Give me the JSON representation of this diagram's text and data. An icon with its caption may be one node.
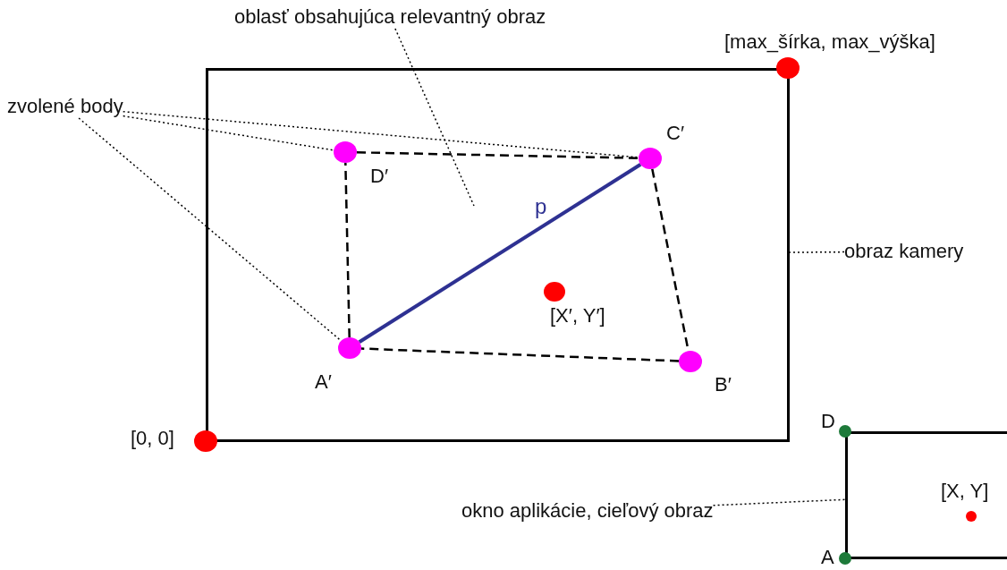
{
  "diagram": {
    "nodes": [
      {
        "text": [],
        "shape": "box"
      },
      {
        "text": [
          "oblasť obsahujúca relevantný obraz"
        ]
      },
      {
        "text": [
          "zvolené body"
        ]
      },
      {
        "text": [
          "obraz kamery"
        ]
      },
      {
        "text": [],
        "shape": "circle",
        "in": 0,
        "beside": [
          "D′"
        ]
      },
      {
        "text": [],
        "shape": "circle",
        "in": 0,
        "beside": [
          "C′"
        ]
      },
      {
        "text": [],
        "shape": "circle",
        "in": 0,
        "beside": [
          "A′"
        ]
      },
      {
        "text": [],
        "shape": "circle",
        "in": 0,
        "beside": [
          "B′"
        ]
      },
      {
        "text": [],
        "shape": "circle",
        "in": 0,
        "beside": [
          "[X′, Y′]"
        ]
      },
      {
        "text": [],
        "shape": "circle",
        "beside": [
          "[max_šírka, max_výška]"
        ]
      },
      {
        "text": [],
        "shape": "circle",
        "beside": [
          "[0, 0]"
        ]
      },
      {
        "text": [],
        "shape": "box"
      },
      {
        "text": [],
        "shape": "circle",
        "beside": [
          "D"
        ]
      },
      {
        "text": [],
        "shape": "circle",
        "beside": [
          "A"
        ]
      },
      {
        "text": [],
        "shape": "circle",
        "in": 11,
        "beside": [
          "[X, Y]"
        ]
      },
      {
        "text": [
          "okno aplikácie, cieľový obraz"
        ]
      }
    ],
    "edges": [
      {
        "from": 4,
        "to": 5,
        "arrow": "none",
        "style": "dashed"
      },
      {
        "from": 5,
        "to": 7,
        "arrow": "none",
        "style": "dashed"
      },
      {
        "from": 7,
        "to": 6,
        "arrow": "none",
        "style": "dashed"
      },
      {
        "from": 6,
        "to": 4,
        "arrow": "none",
        "style": "dashed"
      },
      {
        "from": 6,
        "to": 5,
        "arrow": "none",
        "label": "p",
        "style": "thick",
        "color": "#2e3192"
      },
      {
        "from": 2,
        "to": 4,
        "arrow": "none",
        "style": "dashed"
      },
      {
        "from": 2,
        "to": 5,
        "arrow": "none",
        "style": "dashed"
      },
      {
        "from": 2,
        "to": 6,
        "arrow": "none",
        "style": "dashed"
      },
      {
        "from": 1,
        "to": null,
        "arrow": "none",
        "style": "dashed"
      },
      {
        "from": 3,
        "to": 0,
        "arrow": "none",
        "style": "dashed"
      },
      {
        "from": 15,
        "to": 11,
        "arrow": "none",
        "style": "dashed"
      }
    ]
  }
}
